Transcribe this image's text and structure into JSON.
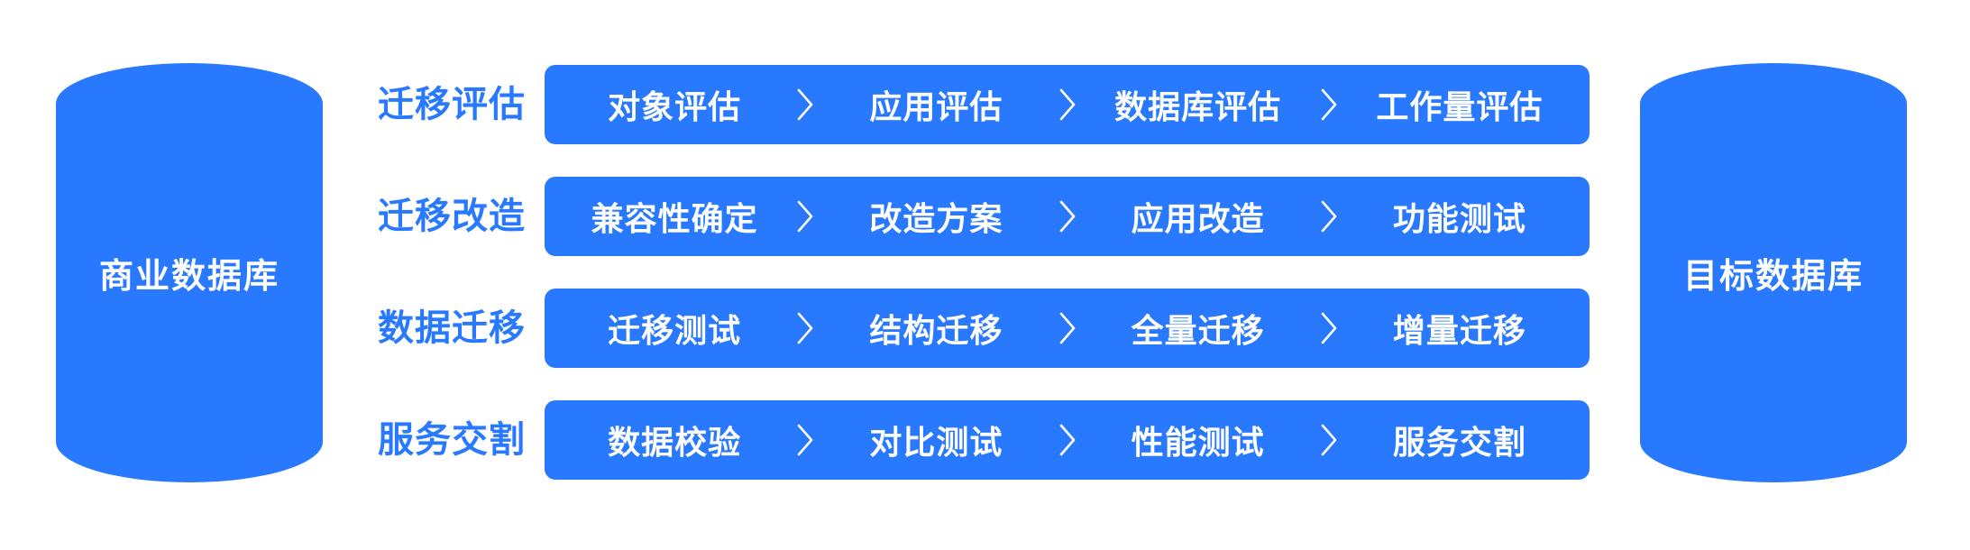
{
  "colors": {
    "accent": "#2979FF",
    "text_on_accent": "#FFFFFF",
    "background": "#FFFFFF"
  },
  "source_database": {
    "label": "商业数据库"
  },
  "target_database": {
    "label": "目标数据库"
  },
  "phases": [
    {
      "label": "迁移评估",
      "steps": [
        "对象评估",
        "应用评估",
        "数据库评估",
        "工作量评估"
      ]
    },
    {
      "label": "迁移改造",
      "steps": [
        "兼容性确定",
        "改造方案",
        "应用改造",
        "功能测试"
      ]
    },
    {
      "label": "数据迁移",
      "steps": [
        "迁移测试",
        "结构迁移",
        "全量迁移",
        "增量迁移"
      ]
    },
    {
      "label": "服务交割",
      "steps": [
        "数据校验",
        "对比测试",
        "性能测试",
        "服务交割"
      ]
    }
  ]
}
